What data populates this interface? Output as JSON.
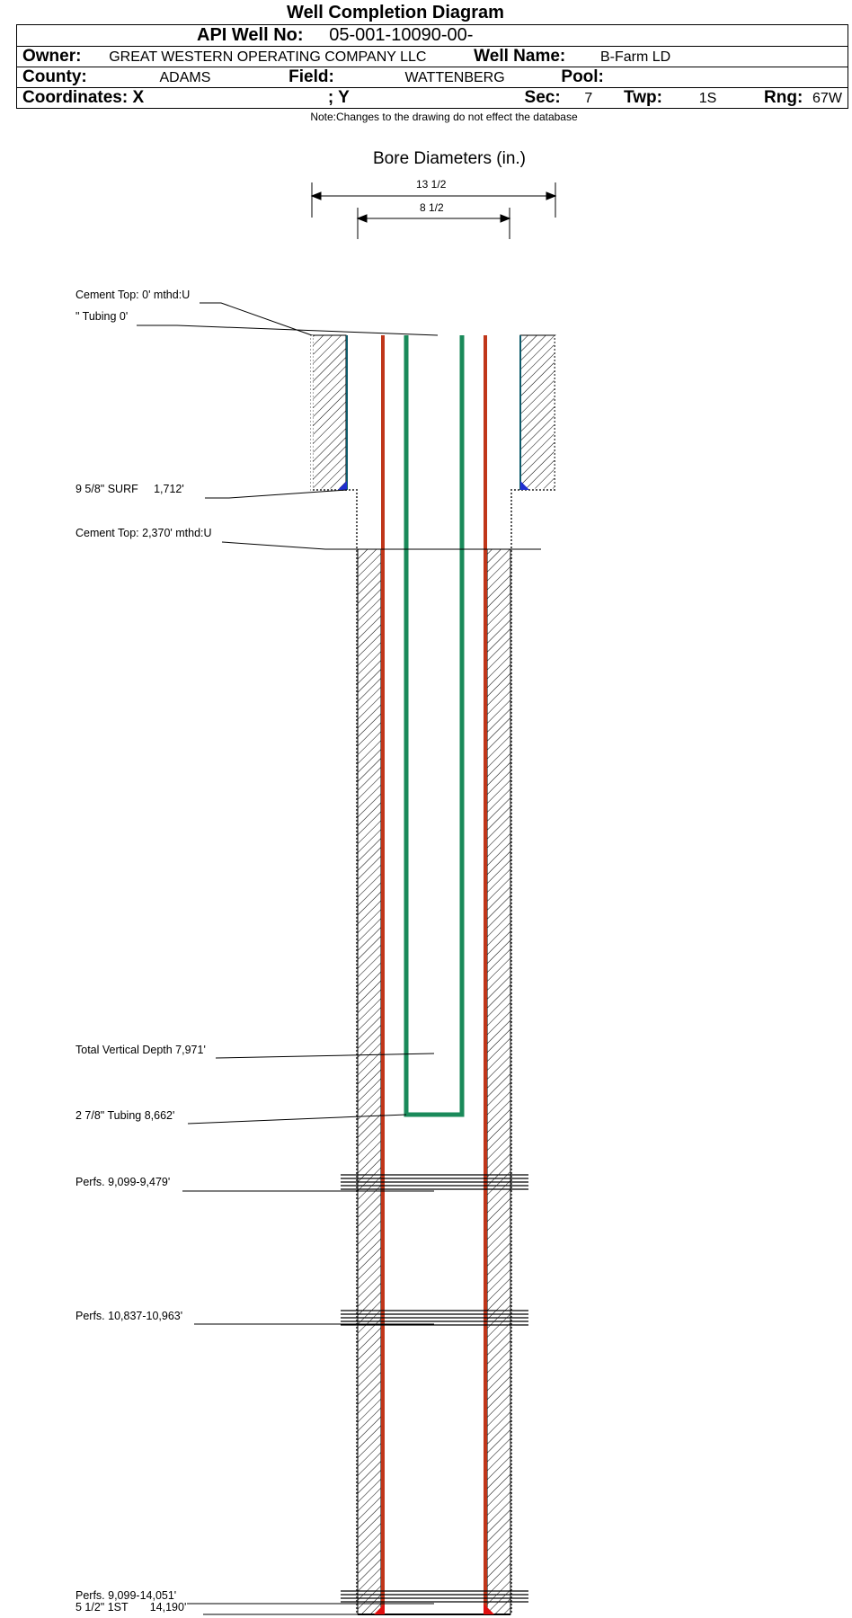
{
  "title": "Well Completion Diagram",
  "header": {
    "api_label": "API Well No:",
    "api_value": "05-001-10090-00-",
    "owner_label": "Owner:",
    "owner_value": "GREAT WESTERN OPERATING COMPANY LLC",
    "well_name_label": "Well Name:",
    "well_name_value": "B-Farm LD",
    "county_label": "County:",
    "county_value": "ADAMS",
    "field_label": "Field:",
    "field_value": "WATTENBERG",
    "pool_label": "Pool:",
    "pool_value": "",
    "coords_label": "Coordinates: X",
    "coords_y": "; Y",
    "sec_label": "Sec:",
    "sec_value": "7",
    "twp_label": "Twp:",
    "twp_value": "1S",
    "rng_label": "Rng:",
    "rng_value": "67W"
  },
  "note": "Note:Changes to the drawing do not effect the database",
  "bore": {
    "title": "Bore Diameters (in.)",
    "outer": "13 1/2",
    "inner": "8 1/2"
  },
  "callouts": {
    "cement_top_1": "Cement Top: 0' mthd:U",
    "tubing_top": "\" Tubing 0'",
    "surf_casing": "9 5/8\" SURF     1,712'",
    "cement_top_2": "Cement Top: 2,370' mthd:U",
    "tvd": "Total Vertical Depth 7,971'",
    "tubing": "2 7/8\" Tubing 8,662'",
    "perfs_1": "Perfs. 9,099-9,479'",
    "perfs_2": "Perfs. 10,837-10,963'",
    "perfs_3": "Perfs. 9,099-14,051'",
    "prod_casing": "5 1/2\" 1ST       14,190'"
  },
  "colors": {
    "tubing": "#1a8a5a",
    "casing": "#c0361a",
    "cement_shoe_surface": "#1f2fd0",
    "cement_shoe_production": "#e01010"
  }
}
